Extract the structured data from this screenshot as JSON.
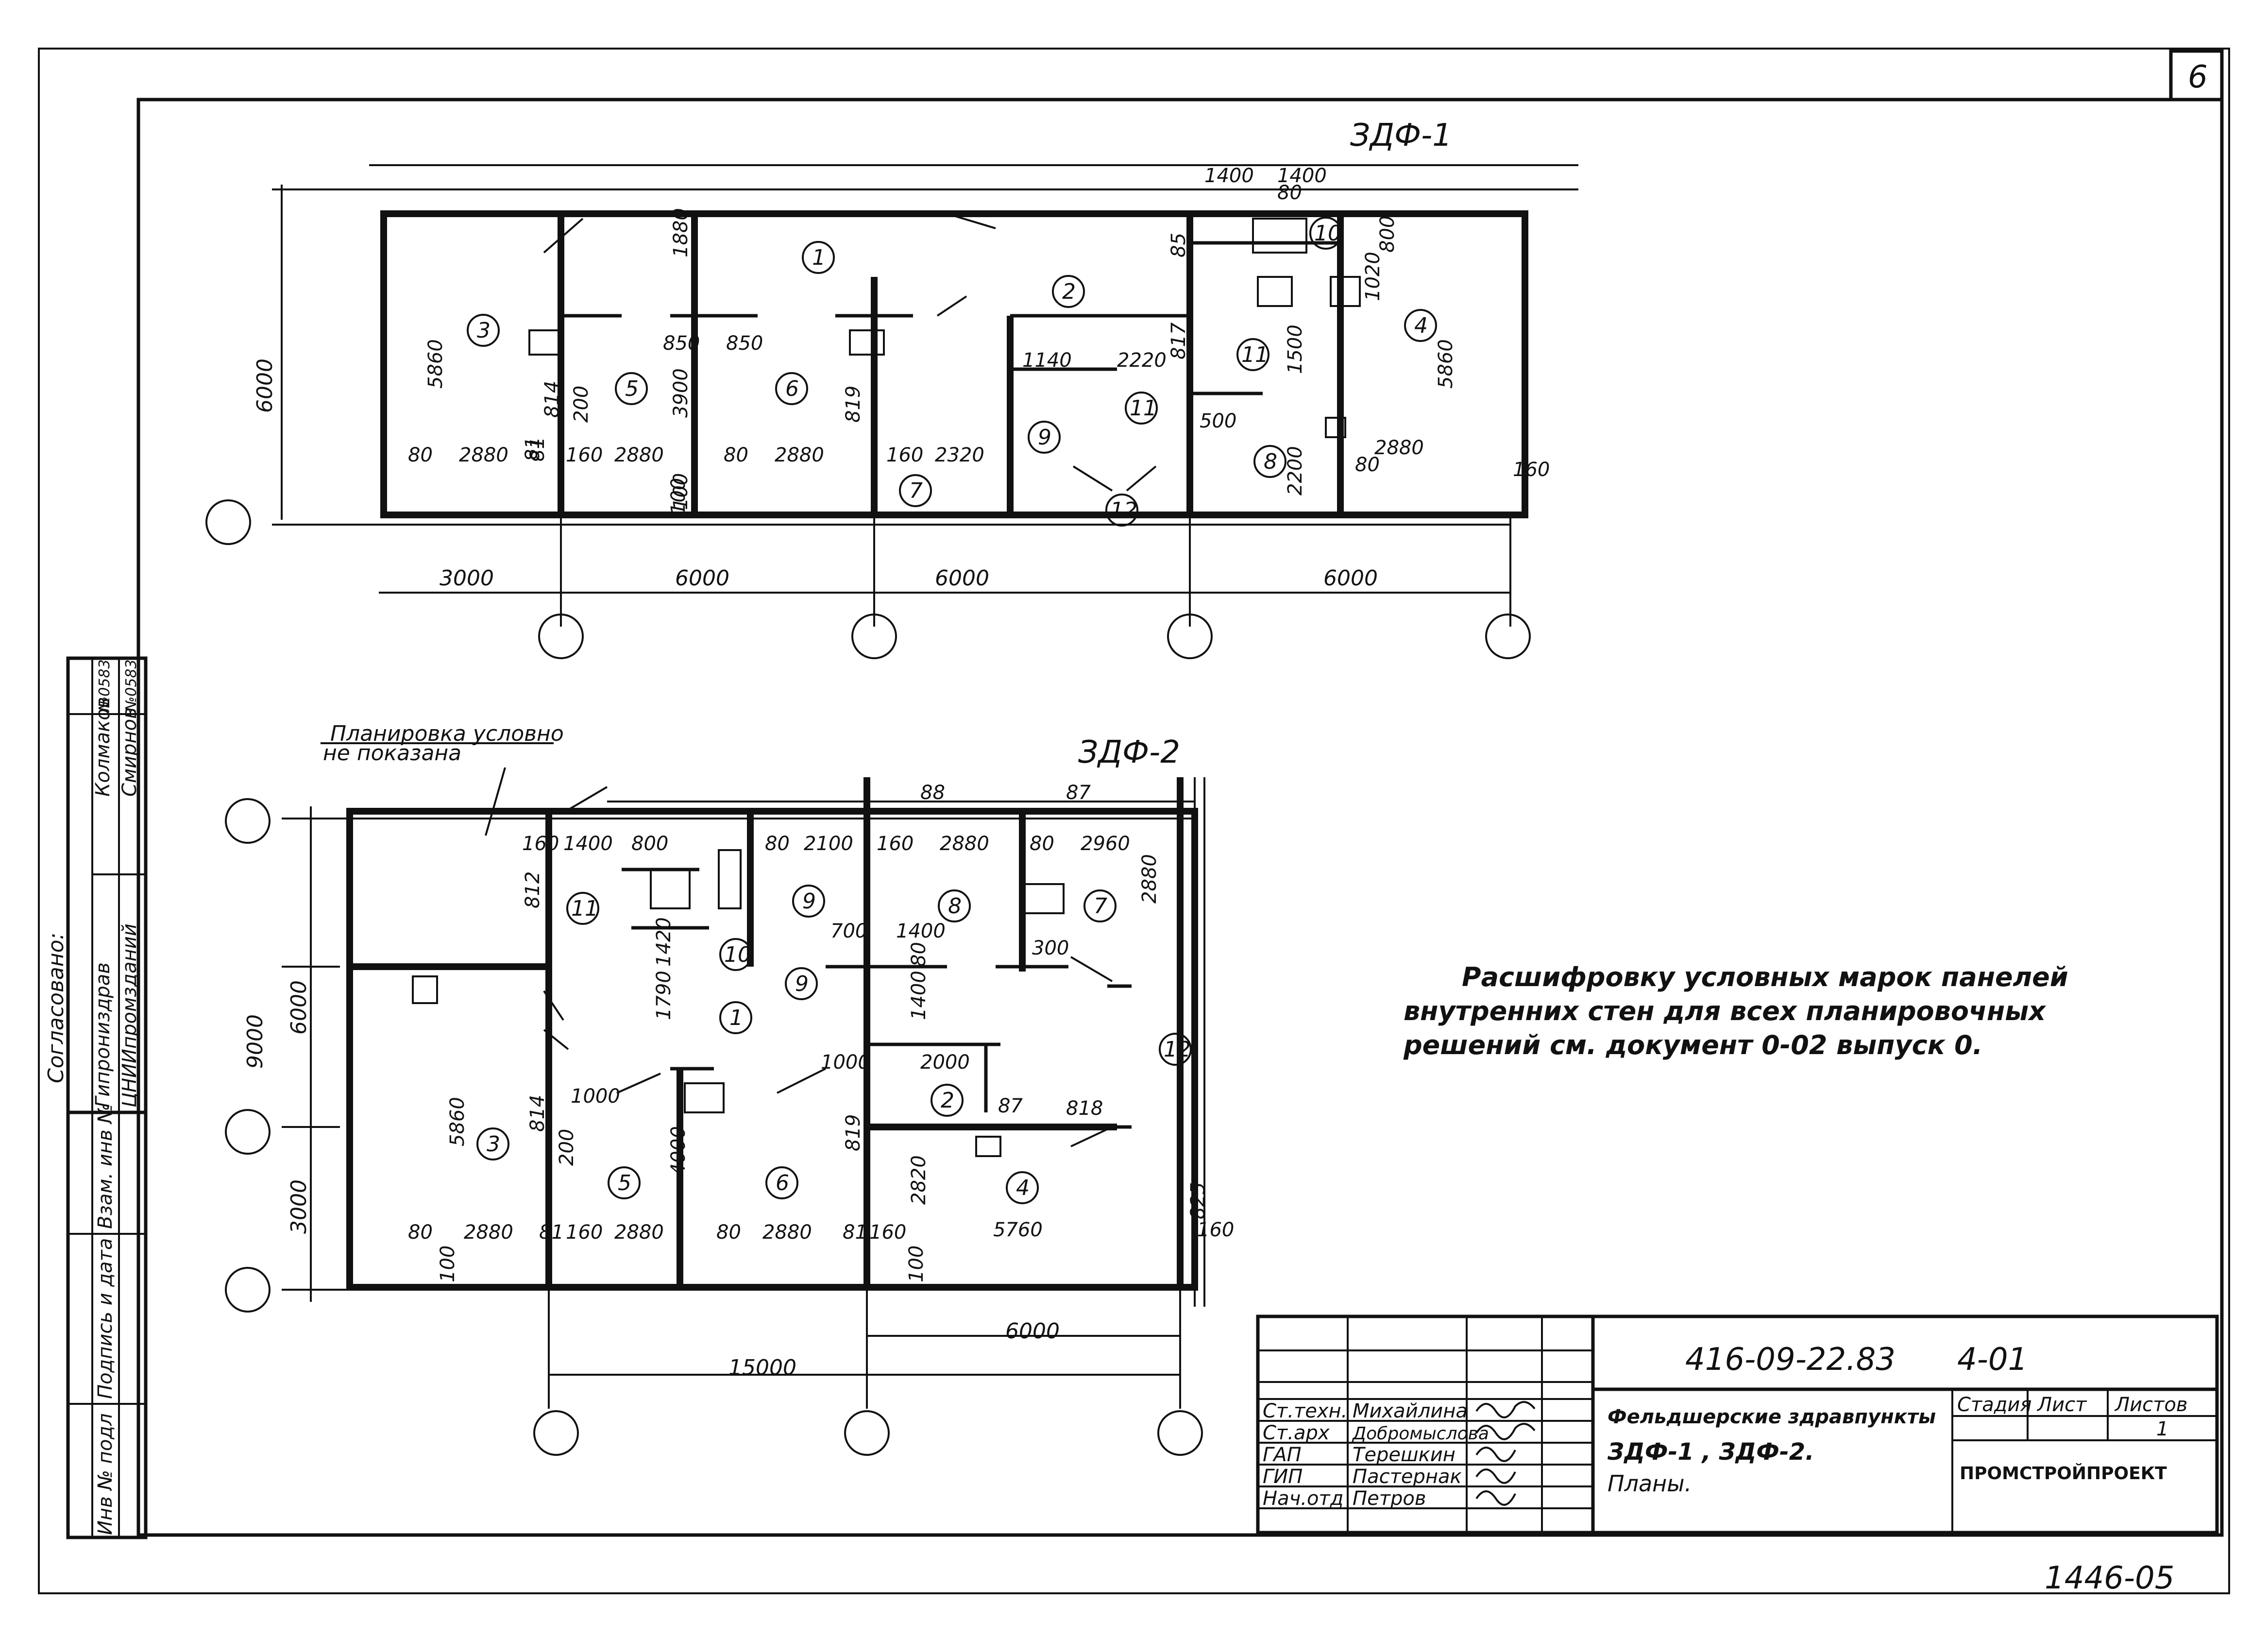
{
  "sheet_number": "6",
  "archive_number": "1446-05",
  "plan1": {
    "title": "ЗДФ-1",
    "rooms": [
      "1",
      "2",
      "3",
      "4",
      "5",
      "6",
      "7",
      "8",
      "9",
      "10",
      "11",
      "12",
      "11"
    ],
    "dims_bottom": [
      "3000",
      "6000",
      "6000",
      "6000"
    ],
    "dim_side": "6000",
    "dims_inner": [
      "80",
      "2880",
      "81",
      "160",
      "2880",
      "80",
      "2880",
      "160",
      "2320",
      "80",
      "2880",
      "160",
      "5860",
      "5860",
      "1880",
      "3900",
      "850",
      "850",
      "1140",
      "2220",
      "1400",
      "1400",
      "80",
      "1500",
      "2200",
      "800",
      "1020",
      "200",
      "100",
      "81",
      "819",
      "814",
      "817",
      "500",
      "100",
      "85"
    ]
  },
  "plan2": {
    "title": "ЗДФ-2",
    "note_line1": "Планировка условно",
    "note_line2": "не показана",
    "rooms": [
      "1",
      "2",
      "3",
      "4",
      "5",
      "6",
      "7",
      "8",
      "9",
      "10",
      "11",
      "12",
      "9"
    ],
    "dims_bottom": [
      "15000",
      "6000"
    ],
    "dims_side": [
      "9000",
      "6000",
      "3000"
    ],
    "dims_inner": [
      "88",
      "87",
      "160",
      "1400",
      "800",
      "80",
      "2100",
      "160",
      "2880",
      "80",
      "2960",
      "700",
      "1400",
      "80",
      "300",
      "1420",
      "1790",
      "1400",
      "1000",
      "2000",
      "87",
      "1000",
      "200",
      "4000",
      "2820",
      "5760",
      "825",
      "160",
      "80",
      "2880",
      "81",
      "160",
      "2880",
      "80",
      "2880",
      "81",
      "160",
      "5860",
      "2880",
      "812",
      "814",
      "819",
      "818",
      "100",
      "100"
    ]
  },
  "notice": {
    "line1": "Расшифровку условных марок панелей",
    "line2": "внутренних стен для всех планировочных",
    "line3": "решений см. документ 0-02 выпуск 0."
  },
  "left_strip": {
    "agreed": "Согласовано:",
    "org1": "Гипрониздрав",
    "org2": "ЦНИИпромзданий",
    "person1": "Колмаков",
    "person2": "Смирнов",
    "num1": "№0583",
    "num2": "№0583",
    "col_inv": "Инв № подл",
    "col_sign": "Подпись и дата",
    "col_zam": "Взам. инв №"
  },
  "title_block": {
    "doc_code": "416-09-22.83",
    "sheet_code": "4-01",
    "roles": [
      "Ст.техн.",
      "Ст.арх",
      "ГАП",
      "ГИП",
      "Нач.отд"
    ],
    "names": [
      "Михайлина",
      "Добромыслова",
      "Терешкин",
      "Пастернак",
      "Петров"
    ],
    "project_line1": "Фельдшерские здравпункты",
    "project_line2": "ЗДФ-1 , ЗДФ-2.",
    "project_line3": "Планы.",
    "stage_label": "Стадия",
    "sheet_label": "Лист",
    "sheets_label": "Листов",
    "sheets_value": "1",
    "org": "ПРОМСТРОЙПРОЕКТ"
  }
}
